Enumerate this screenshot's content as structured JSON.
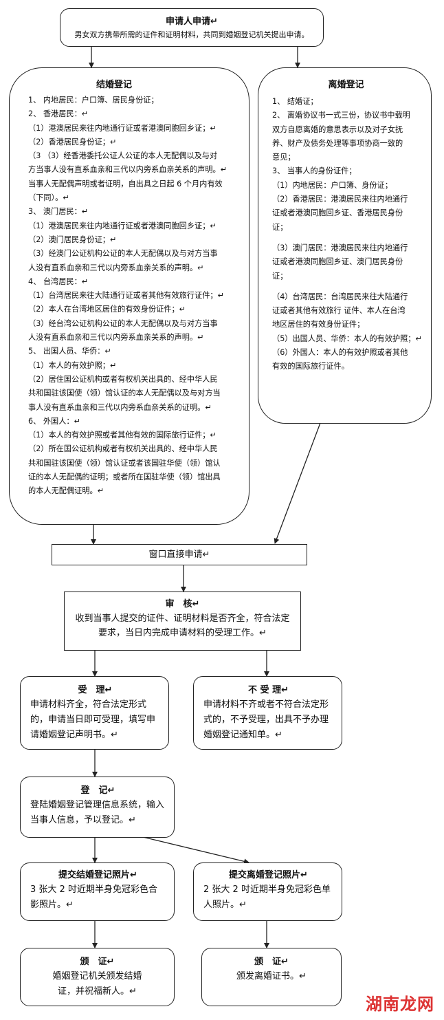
{
  "apply": {
    "title": "申请人申请↵",
    "desc": "男女双方携带所需的证件和证明材料，共同到婚姻登记机关提出申请。"
  },
  "marriage": {
    "title": "结婚登记",
    "lines": [
      "1、 内地居民：户口簿、居民身份证；",
      "2、 香港居民：↵",
      "（1）港澳居民来往内地通行证或者港澳同胞回乡证；↵",
      "（2）香港居民身份证；↵",
      "（3 （3）经香港委托公证人公证的本人无配偶以及与对",
      "方当事人没有直系血亲和三代以内旁系血亲关系的声明。↵",
      "当事人无配偶声明或者证明，自出具之日起 6 个月内有效",
      "（下同）。↵",
      "3、 澳门居民：↵",
      "（1）港澳居民来往内地通行证或者港澳同胞回乡证；↵",
      "（2）澳门居民身份证；↵",
      "（3）经澳门公证机构公证的本人无配偶以及与对方当事",
      "人没有直系血亲和三代以内旁系血亲关系的声明。↵",
      "4、 台湾居民：↵",
      "（1）台湾居民来往大陆通行证或者其他有效旅行证件；↵",
      "（2）本人在台湾地区居住的有效身份证件；↵",
      "（3）经台湾公证机构公证的本人无配偶以及与对方当事",
      "人没有直系血亲和三代以内旁系血亲关系的声明。↵",
      "5、 出国人员、华侨：↵",
      "（1）本人的有效护照；↵",
      "（2）居住国公证机构或者有权机关出具的、经中华人民",
      "共和国驻该国使（领）馆认证的本人无配偶以及与对方当",
      "事人没有直系血亲和三代以内旁系血亲关系的证明。↵",
      "6、 外国人：↵",
      "（1）本人的有效护照或者其他有效的国际旅行证件；↵",
      "（2）所在国公证机构或者有权机关出具的、经中华人民",
      "共和国驻该国使（领）馆认证或者该国驻华使（领）馆认",
      "证的本人无配偶的证明；或者所在国驻华使（领）馆出具",
      "的本人无配偶证明。↵"
    ]
  },
  "divorce": {
    "title": "离婚登记",
    "lines": [
      "1、 结婚证；",
      "2、 离婚协议书一式三份，协议书中载明",
      "双方自愿离婚的意思表示以及对子女抚",
      "养、财产及债务处理等事项协商一致的",
      "意见；",
      "3、 当事人的身份证件；",
      "（1）内地居民：户口簿、身份证；",
      "（2）香港居民：港澳居民来往内地通行",
      "证或者港澳同胞回乡证、香港居民身份",
      "证；",
      "",
      "（3）澳门居民：港澳居民来往内地通行",
      "证或者港澳同胞回乡证、澳门居民身份",
      "证；",
      "",
      "（4）台湾居民：台湾居民来往大陆通行",
      "证或者其他有效旅行 证件、本人在台湾",
      "地区居住的有效身份证件；",
      "（5）出国人员、华侨：本人的有效护照；↵",
      "（6）外国人：本人的有效护照或者其他",
      "有效的国际旅行证件。"
    ]
  },
  "window": {
    "label": "窗口直接申请↵"
  },
  "review": {
    "title": "审　核↵",
    "desc": "收到当事人提交的证件、证明材料是否齐全，符合法定要求，当日内完成申请材料的受理工作。↵"
  },
  "accept": {
    "title": "受　理↵",
    "desc": "申请材料齐全，符合法定形式的，申请当日即可受理，填写申请婚姻登记声明书。↵"
  },
  "reject": {
    "title": "不 受 理↵",
    "desc": "申请材料不齐或者不符合法定形式的，不予受理，出具不予办理婚姻登记通知单。↵"
  },
  "register": {
    "title": "登　记↵",
    "desc": "登陆婚姻登记管理信息系统，输入当事人信息，予以登记。↵"
  },
  "photo_marriage": {
    "title": "提交结婚登记照片↵",
    "desc": "3 张大 2 吋近期半身免冠彩色合影照片。↵"
  },
  "photo_divorce": {
    "title": "提交离婚登记照片↵",
    "desc": "2 张大 2 吋近期半身免冠彩色单人照片。↵"
  },
  "issue_marriage": {
    "title": "颁　证↵",
    "desc": "婚姻登记机关颁发结婚证，并祝福新人。↵"
  },
  "issue_divorce": {
    "title": "颁　证↵",
    "desc": "颁发离婚证书。↵"
  },
  "watermark": "湖南龙网"
}
